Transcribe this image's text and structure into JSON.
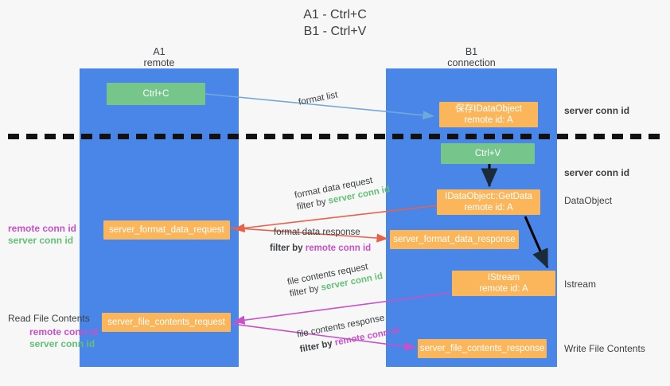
{
  "title": {
    "line1": "A1 - Ctrl+C",
    "line2": "B1 - Ctrl+V"
  },
  "columns": [
    {
      "name": "A1",
      "subtitle": "remote",
      "color": "#4a86e8"
    },
    {
      "name": "B1",
      "subtitle": "connection",
      "color": "#4a86e8"
    }
  ],
  "colors": {
    "lane": "#4a86e8",
    "green_box": "#76c58a",
    "orange_box": "#fbb65b",
    "server_conn": "#64bf77",
    "remote_conn": "#c850c8",
    "arrow_blue": "#6fa8dc",
    "arrow_red": "#e8614a",
    "arrow_magenta": "#c850c8",
    "arrow_dark": "#1c2b3a",
    "background": "#f7f7f7"
  },
  "boxes": {
    "ctrl_c": {
      "label": "Ctrl+C",
      "style": "green"
    },
    "ctrl_v": {
      "label": "Ctrl+V",
      "style": "green"
    },
    "store_idataobject": {
      "label": "保存IDataObject",
      "sub": "remote id: A",
      "style": "orange"
    },
    "getdata": {
      "label": "IDataObject::GetData",
      "sub": "remote id: A",
      "style": "orange"
    },
    "istream": {
      "label": "IStream",
      "sub": "remote id: A",
      "style": "orange"
    },
    "server_format_data_request": {
      "label": "server_format_data_request",
      "style": "orange"
    },
    "server_format_data_response": {
      "label": "server_format_data_response",
      "style": "orange"
    },
    "server_file_contents_request": {
      "label": "server_file_contents_request",
      "style": "orange"
    },
    "server_file_contents_response": {
      "label": "server_file_contents_response",
      "style": "orange"
    }
  },
  "captions": {
    "format_list": "format list",
    "format_data_request": "format data request",
    "filter_by": "filter by ",
    "server_conn_id": "server conn id",
    "remote_conn_id": "remote conn id",
    "format_data_response": "format data response",
    "file_contents_request": "file contents request",
    "file_contents_response": "file contents response"
  },
  "side_labels": {
    "right_server_conn_top": "server conn id",
    "right_server_conn_mid": "server conn id",
    "right_dataobject": "DataObject",
    "right_istream": "Istream",
    "right_write_file_contents": "Write File Contents",
    "left_read_file_contents": "Read File Contents",
    "left_remote_conn_1": "remote conn id",
    "left_server_conn_1": "server conn id",
    "left_remote_conn_2": "remote conn id",
    "left_server_conn_2": "server conn id"
  }
}
